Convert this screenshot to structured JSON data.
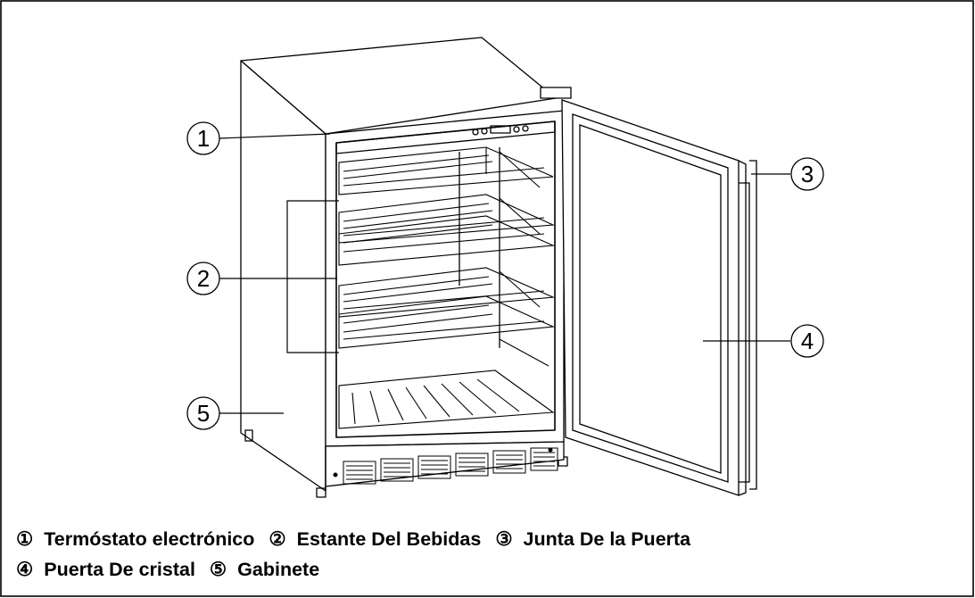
{
  "callouts": [
    {
      "num": "1"
    },
    {
      "num": "2"
    },
    {
      "num": "3"
    },
    {
      "num": "4"
    },
    {
      "num": "5"
    }
  ],
  "legend": {
    "line1": [
      {
        "mark": "①",
        "text": "Termóstato electrónico"
      },
      {
        "mark": "②",
        "text": "Estante Del Bebidas"
      },
      {
        "mark": "③",
        "text": "Junta De la Puerta"
      }
    ],
    "line2": [
      {
        "mark": "④",
        "text": "Puerta De cristal"
      },
      {
        "mark": "⑤",
        "text": "Gabinete"
      }
    ]
  }
}
